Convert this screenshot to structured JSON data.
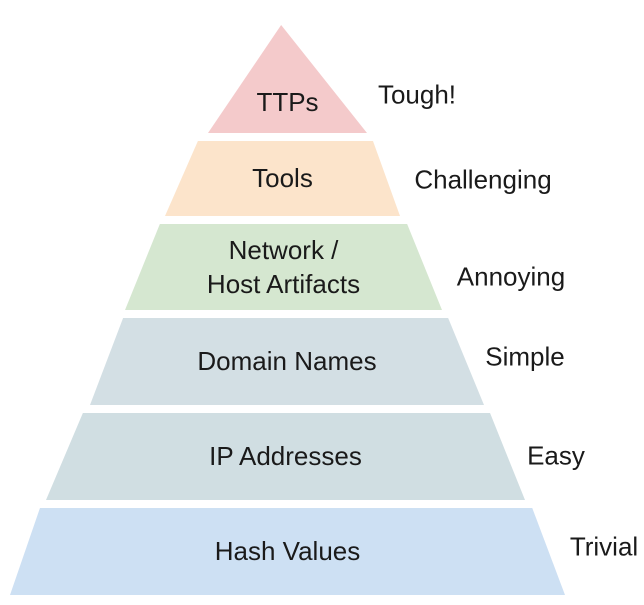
{
  "pyramid": {
    "background_color": "#FFFFFF",
    "text_color": "#1A1A1A",
    "levels": [
      {
        "label": "TTPs",
        "difficulty": "Tough!",
        "color": "#F4CACB"
      },
      {
        "label": "Tools",
        "difficulty": "Challenging",
        "color": "#FCE4CB"
      },
      {
        "label": "Network /\nHost Artifacts",
        "difficulty": "Annoying",
        "color": "#D5E7D0"
      },
      {
        "label": "Domain Names",
        "difficulty": "Simple",
        "color": "#D3DFE4"
      },
      {
        "label": "IP Addresses",
        "difficulty": "Easy",
        "color": "#D0DEE2"
      },
      {
        "label": "Hash Values",
        "difficulty": "Trivial",
        "color": "#CDE0F3"
      }
    ]
  }
}
